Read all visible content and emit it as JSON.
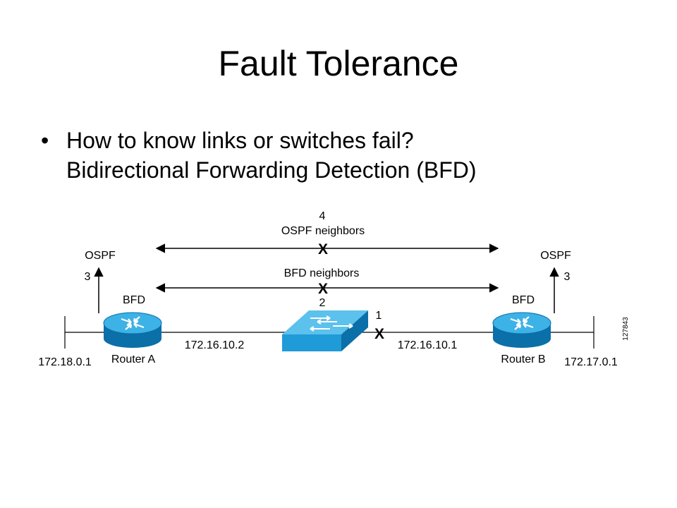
{
  "slide": {
    "title": "Fault Tolerance",
    "bullets": [
      {
        "lines": [
          "How to know links or switches fail?",
          "Bidirectional Forwarding Detection (BFD)"
        ]
      }
    ]
  },
  "diagram": {
    "ospf_neighbors_label": "OSPF neighbors",
    "bfd_neighbors_label": "BFD neighbors",
    "step_4": "4",
    "step_3_left": "3",
    "step_3_right": "3",
    "step_2": "2",
    "step_1": "1",
    "fail_mark": "X",
    "router_a": {
      "name": "Router A",
      "ospf_label": "OSPF",
      "bfd_label": "BFD",
      "lan_ip": "172.18.0.1",
      "link_ip": "172.16.10.2"
    },
    "router_b": {
      "name": "Router B",
      "ospf_label": "OSPF",
      "bfd_label": "BFD",
      "lan_ip": "172.17.0.1",
      "link_ip": "172.16.10.1"
    },
    "figure_id": "127843",
    "colors": {
      "device_blue": "#1f9bd7",
      "device_blue_dark": "#0b6fa8",
      "device_blue_light": "#5cc1ec"
    }
  }
}
